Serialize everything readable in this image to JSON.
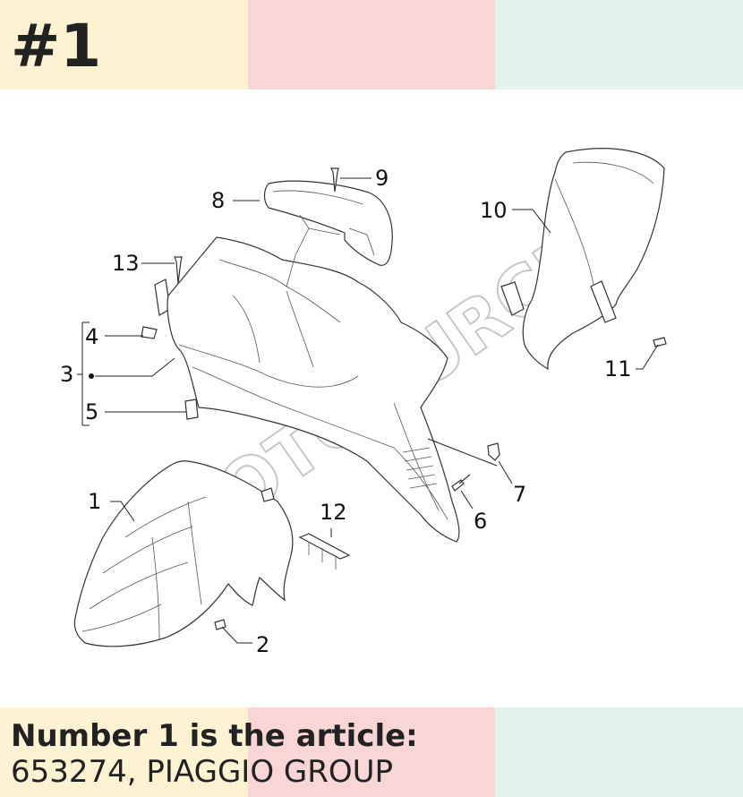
{
  "header": {
    "title": "#1",
    "band_colors": [
      "#fdf3d3",
      "#f9d6d6",
      "#e3f3ec"
    ]
  },
  "watermark": {
    "text": "MOTODURCIA"
  },
  "callouts": [
    {
      "id": "c1",
      "label": "1"
    },
    {
      "id": "c2",
      "label": "2"
    },
    {
      "id": "c3",
      "label": "3"
    },
    {
      "id": "c4",
      "label": "4"
    },
    {
      "id": "c5",
      "label": "5"
    },
    {
      "id": "c6",
      "label": "6"
    },
    {
      "id": "c7",
      "label": "7"
    },
    {
      "id": "c8",
      "label": "8"
    },
    {
      "id": "c9",
      "label": "9"
    },
    {
      "id": "c10",
      "label": "10"
    },
    {
      "id": "c11",
      "label": "11"
    },
    {
      "id": "c12",
      "label": "12"
    },
    {
      "id": "c13",
      "label": "13"
    }
  ],
  "footer": {
    "line1": "Number 1 is the article:",
    "line2": "653274, PIAGGIO GROUP",
    "band_colors": [
      "#fdf3d3",
      "#f9d6d6",
      "#e3f3ec"
    ]
  }
}
